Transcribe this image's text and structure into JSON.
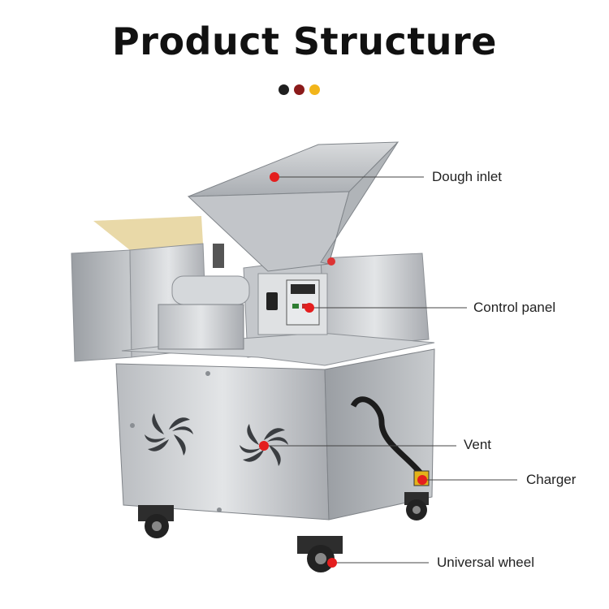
{
  "title": "Product Structure",
  "accent_dots": [
    {
      "color": "#1f1f1f"
    },
    {
      "color": "#8b1a1a"
    },
    {
      "color": "#f2b51a"
    }
  ],
  "callout_color": "#e41e1e",
  "callouts": [
    {
      "label": "Dough inlet"
    },
    {
      "label": "Control panel"
    },
    {
      "label": "Vent"
    },
    {
      "label": "Charger"
    },
    {
      "label": "Universal wheel"
    }
  ]
}
